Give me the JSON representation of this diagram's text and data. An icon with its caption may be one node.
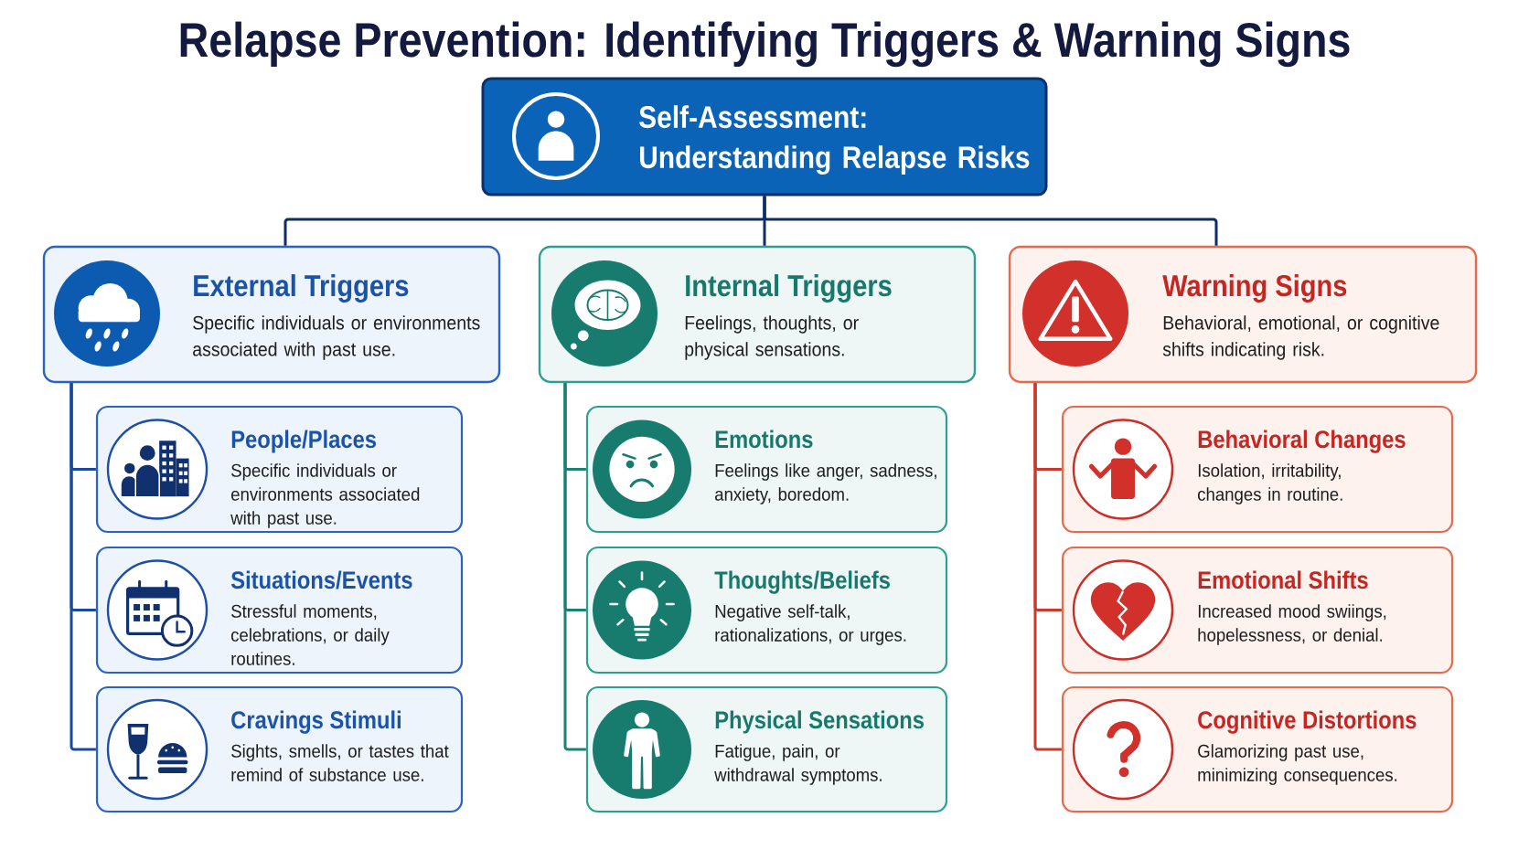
{
  "diagram": {
    "title": "Relapse Prevention: Identifying Triggers & Warning Signs",
    "nodes": [
      {
        "text": [
          "Self-Assessment: Understanding Relapse Risks"
        ]
      },
      {
        "text": [
          "External Triggers",
          "Specific individuals or environments associated with past use."
        ]
      },
      {
        "text": [
          "People/Places",
          "Specific individuals or environments associated with past use."
        ]
      },
      {
        "text": [
          "Situations/Events",
          "Stressful moments, celebrations, or daily routines."
        ]
      },
      {
        "text": [
          "Cravings Stimuli",
          "Sights, smells, or tastes that remind of substance use."
        ]
      },
      {
        "text": [
          "Internal Triggers",
          "Feelings, thoughts, or physical sensations."
        ]
      },
      {
        "text": [
          "Emotions",
          "Feelings like anger, sadness, anxiety, boredom."
        ]
      },
      {
        "text": [
          "Thoughts/Beliefs",
          "Negative self-talk, rationalizations, or urges."
        ]
      },
      {
        "text": [
          "Physical Sensations",
          "Fatigue, pain, or withdrawal symptoms."
        ]
      },
      {
        "text": [
          "Warning Signs",
          "Behavioral, emotional, or cognitive shifts indicating risk."
        ]
      },
      {
        "text": [
          "Behavioral Changes",
          "Isolation, irritability, changes in routine."
        ]
      },
      {
        "text": [
          "Emotional Shifts",
          "Increased mood swiings, hopelessness, or denial."
        ]
      },
      {
        "text": [
          "Cognitive Distortions",
          "Glamorizing past use, minimizing consequences."
        ]
      }
    ],
    "edges": [
      {
        "from": 0,
        "to": 1,
        "arrow": "none",
        "color": "#0e2c66"
      },
      {
        "from": 0,
        "to": 5,
        "arrow": "none",
        "color": "#0e2c66"
      },
      {
        "from": 0,
        "to": 9,
        "arrow": "none",
        "color": "#0e2c66"
      },
      {
        "from": 1,
        "to": 2,
        "arrow": "none",
        "color": "#1a4a9e"
      },
      {
        "from": 1,
        "to": 3,
        "arrow": "none",
        "color": "#1a4a9e"
      },
      {
        "from": 1,
        "to": 4,
        "arrow": "none",
        "color": "#1a4a9e"
      },
      {
        "from": 5,
        "to": 6,
        "arrow": "none",
        "color": "#1a8273"
      },
      {
        "from": 5,
        "to": 7,
        "arrow": "none",
        "color": "#1a8273"
      },
      {
        "from": 5,
        "to": 8,
        "arrow": "none",
        "color": "#1a8273"
      },
      {
        "from": 9,
        "to": 10,
        "arrow": "none",
        "color": "#c93a2e"
      },
      {
        "from": 9,
        "to": 11,
        "arrow": "none",
        "color": "#c93a2e"
      },
      {
        "from": 9,
        "to": 12,
        "arrow": "none",
        "color": "#c93a2e"
      }
    ]
  }
}
